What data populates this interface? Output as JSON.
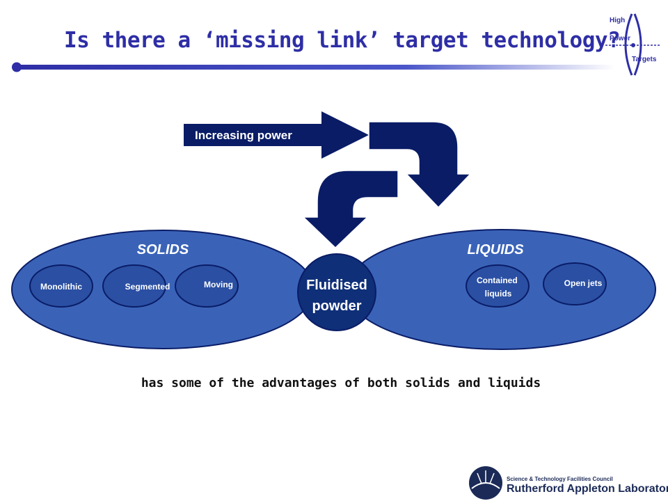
{
  "slide": {
    "title": "Is there a ‘missing link’ target technology?",
    "caption": "has some of the advantages of both solids and liquids"
  },
  "diagram": {
    "arrow_label": "Increasing power",
    "groups": [
      {
        "label": "SOLIDS",
        "items": [
          "Monolithic",
          "Segmented",
          "Moving"
        ]
      },
      {
        "label": "LIQUIDS",
        "items": [
          "Contained liquids",
          "Open jets"
        ]
      }
    ],
    "center": {
      "line1": "Fluidised",
      "line2": "powder"
    }
  },
  "logos": {
    "hpt": {
      "line1": "High",
      "line2": "Power",
      "line3": "Targets"
    },
    "ral": {
      "small": "Science & Technology Facilities Council",
      "big": "Rutherford Appleton Laboratory"
    }
  },
  "colors": {
    "title": "#2e2ea6",
    "navy": "#0a1c66",
    "ellipse": "#3a63b8",
    "node": "#2a4fa3",
    "center": "#0f2f78"
  }
}
